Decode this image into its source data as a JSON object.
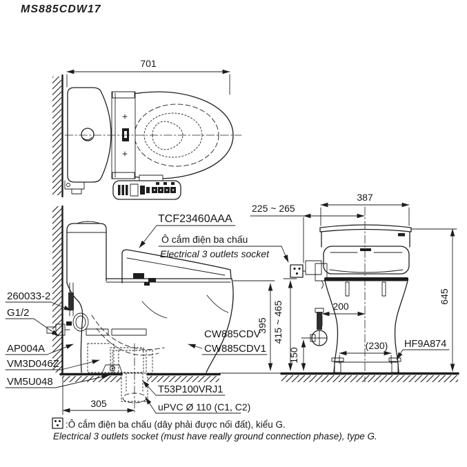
{
  "title": "MS885CDW17",
  "palette": {
    "line": "#1d1d1f",
    "bg": "#ffffff"
  },
  "top_view": {
    "dim_depth": "701"
  },
  "side_view": {
    "seat_unit_label": "TCF23460AAA",
    "socket_callout_vi": "Ô cắm điện ba chấu",
    "socket_callout_en": "Electrical 3 outlets socket",
    "part_labels": [
      {
        "text": "260033-2"
      },
      {
        "text": "G1/2"
      },
      {
        "text": "AP004A"
      },
      {
        "text": "VM3D046Z"
      },
      {
        "text": "VM5U048"
      }
    ],
    "bowl_model_labels": [
      {
        "text": "CW885CDV"
      },
      {
        "text": "CW885CDV1"
      }
    ],
    "drain_labels": [
      {
        "text": "T53P100VRJ1"
      },
      {
        "text": "uPVC Ø 110 (C1, C2)"
      }
    ],
    "dim_seat_height": "395",
    "dim_rough_in": "305"
  },
  "front_view": {
    "dim_tank_width": "387",
    "dim_total_height": "645",
    "dim_socket_offset": "225 ~ 265",
    "dim_socket_height": "415 ~ 465",
    "dim_supply_offset": "200",
    "dim_supply_height": "150",
    "dim_bolt_spacing": "(230)",
    "bolt_cap_label": "HF9A874"
  },
  "footnote": {
    "vi": ":Ô cắm điện ba chấu (dây phải được nối đất), kiểu G.",
    "en": "Electrical 3 outlets socket (must have really ground connection phase), type G."
  }
}
